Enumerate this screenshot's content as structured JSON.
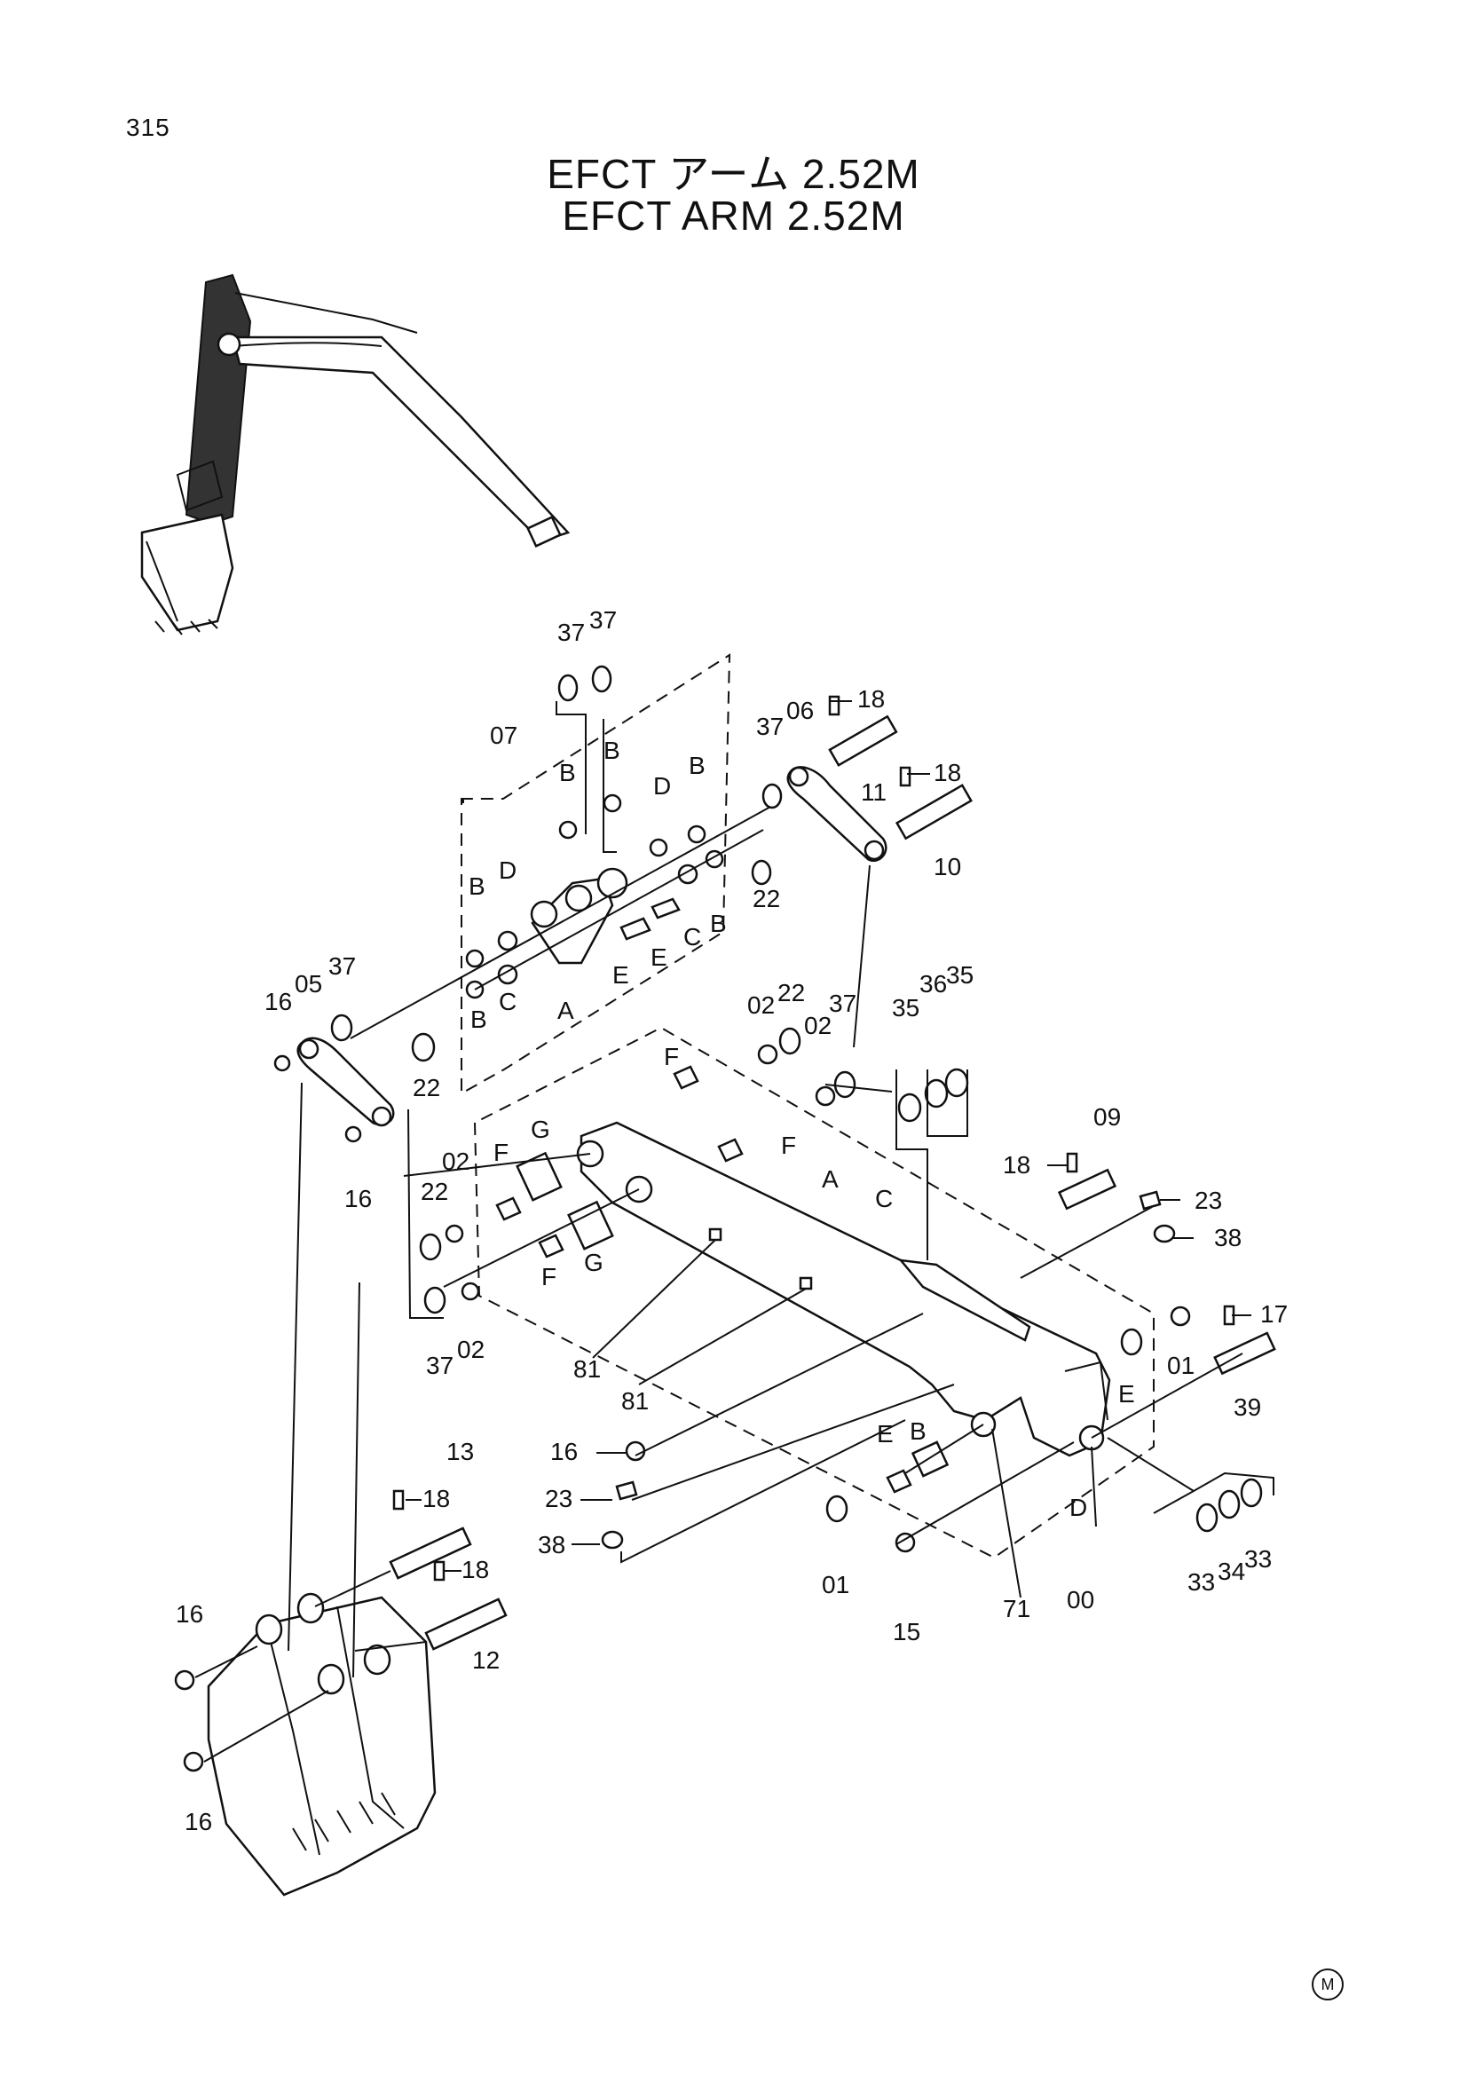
{
  "page_number": "315",
  "title_jp": "EFCT アーム 2.52M",
  "title_en": "EFCT ARM 2.52M",
  "mark": "M",
  "labels": {
    "l37a": "37",
    "l37b": "37",
    "l07": "07",
    "lBa": "B",
    "lBb": "B",
    "lDa": "D",
    "lBc": "B",
    "l37c": "37",
    "l06": "06",
    "l18a": "18",
    "l11": "11",
    "l18b": "18",
    "l10": "10",
    "l22a": "22",
    "lBd": "B",
    "lDb": "D",
    "lBe": "B",
    "lCa": "C",
    "lEa": "E",
    "lEb": "E",
    "lAa": "A",
    "lCb": "C",
    "lBf": "B",
    "l16a": "16",
    "l05": "05",
    "l37d": "37",
    "l22b": "22",
    "l02a": "02",
    "l22c": "22",
    "l02b": "02",
    "l37e": "37",
    "l35a": "35",
    "l36": "36",
    "l35b": "35",
    "lFa": "F",
    "lFb": "F",
    "l16b": "16",
    "lG1": "G",
    "lFc": "F",
    "l02c": "02",
    "l22d": "22",
    "lAb": "A",
    "lCc": "C",
    "l09": "09",
    "l18c": "18",
    "l23a": "23",
    "l38a": "38",
    "lG2": "G",
    "lFd": "F",
    "l37f": "37",
    "l02d": "02",
    "l81a": "81",
    "l81b": "81",
    "l17": "17",
    "l01a": "01",
    "lEc": "E",
    "l39": "39",
    "l13": "13",
    "l18d": "18",
    "l16c": "16",
    "l23b": "23",
    "lEd": "E",
    "lBg": "B",
    "l38b": "38",
    "l18e": "18",
    "l16d": "16",
    "l12": "12",
    "l01b": "01",
    "l15": "15",
    "l71": "71",
    "lDc": "D",
    "l00": "00",
    "l33a": "33",
    "l34": "34",
    "l33b": "33",
    "l16e": "16"
  }
}
